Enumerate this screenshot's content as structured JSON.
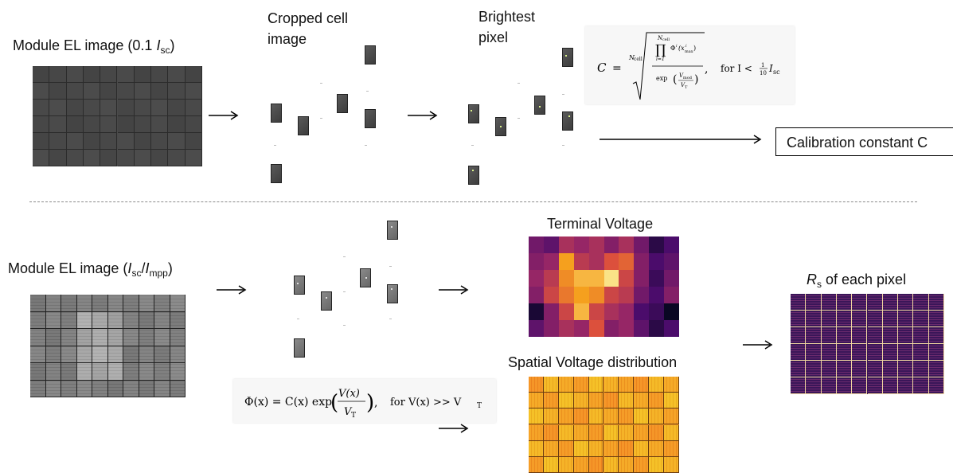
{
  "top": {
    "module_label": "Module EL image (0.1 ",
    "module_label_var": "I",
    "module_label_sub": "sc",
    "module_label_end": ")",
    "cropped_label_line1": "Cropped cell",
    "cropped_label_line2": "image",
    "brightest_label_line1": "Brightest",
    "brightest_label_line2": "pixel",
    "calibration_label": "Calibration constant C",
    "equation": {
      "lhs": "C",
      "eq": "=",
      "root_index": "N",
      "root_index_sub": "cell",
      "prod_top": "N",
      "prod_top_sub": "cell",
      "prod_symbol": "∏",
      "prod_bottom": "i=1",
      "phi_term": "Φ",
      "phi_sup": "i",
      "phi_arg": "(x",
      "phi_arg_sup": "i",
      "phi_arg_sub": "max",
      "phi_arg_end": ")",
      "denominator": "exp",
      "frac_top": "V",
      "frac_top_sub": "mod",
      "frac_bottom": "V",
      "frac_bottom_sub": "T",
      "condition": "for I <",
      "cond_num": "1",
      "cond_den": "10",
      "cond_end": "I",
      "cond_end_sub": "sc"
    }
  },
  "bottom": {
    "module_label_start": "Module EL image (",
    "module_label_var1": "I",
    "module_label_sub1": "sc",
    "module_label_slash": "/",
    "module_label_var2": "I",
    "module_label_sub2": "mpp",
    "module_label_end": ")",
    "terminal_label": "Terminal Voltage",
    "spatial_label": "Spatial Voltage distribution",
    "rs_label_var": "R",
    "rs_label_sub": "s",
    "rs_label_rest": " of each pixel",
    "equation": {
      "lhs": "Φ(x) = C(x) exp",
      "frac_top": "V(x)",
      "frac_bottom": "V",
      "frac_bottom_sub": "T",
      "condition": "for V(x) >> V",
      "condition_sub": "T"
    },
    "heatmap": {
      "rows": 6,
      "cols": 10,
      "values": [
        [
          0.3,
          0.25,
          0.45,
          0.4,
          0.45,
          0.35,
          0.45,
          0.3,
          0.1,
          0.2
        ],
        [
          0.35,
          0.4,
          0.8,
          0.5,
          0.45,
          0.6,
          0.65,
          0.35,
          0.2,
          0.25
        ],
        [
          0.4,
          0.5,
          0.75,
          0.85,
          0.85,
          0.95,
          0.55,
          0.35,
          0.15,
          0.3
        ],
        [
          0.35,
          0.55,
          0.7,
          0.8,
          0.75,
          0.55,
          0.5,
          0.3,
          0.2,
          0.35
        ],
        [
          0.05,
          0.35,
          0.55,
          0.85,
          0.55,
          0.45,
          0.4,
          0.2,
          0.15,
          0.0
        ],
        [
          0.25,
          0.35,
          0.45,
          0.4,
          0.6,
          0.35,
          0.4,
          0.25,
          0.1,
          0.2
        ]
      ]
    }
  },
  "colors": {
    "module_top": "#4a4a4a",
    "module_bottom": "#7a7a7a",
    "orange": "#f39a24",
    "purple": "#3a1659"
  }
}
